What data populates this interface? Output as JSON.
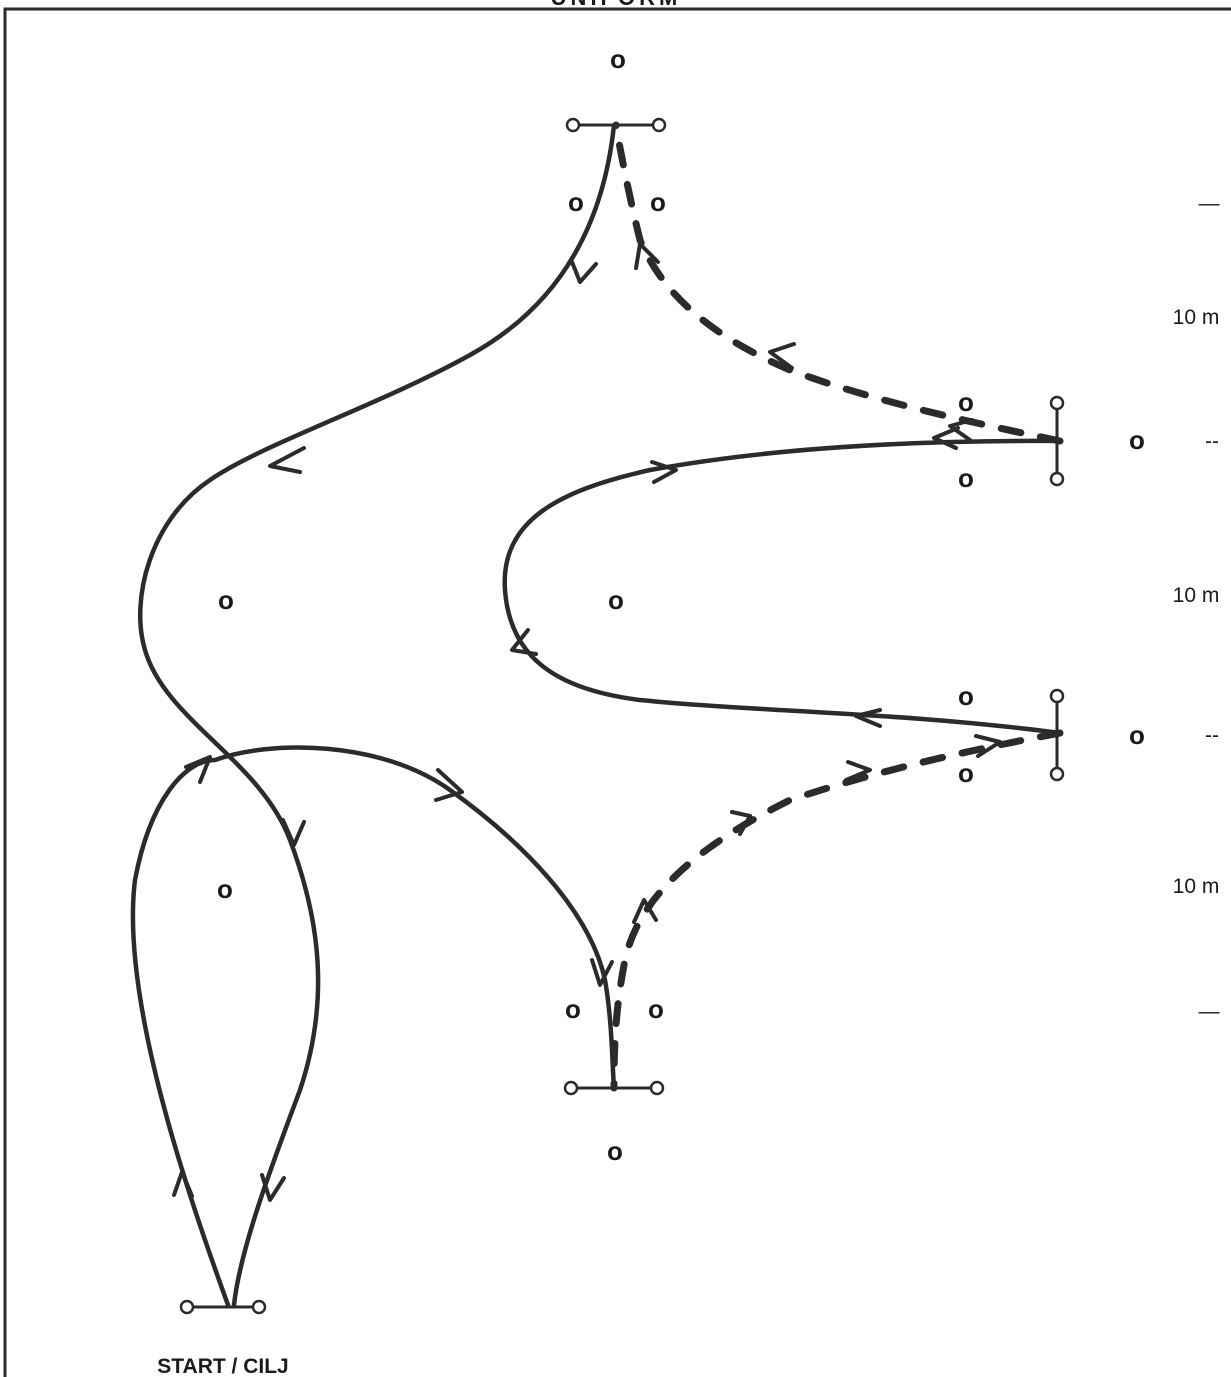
{
  "title": "UNIFORM",
  "start_label": "START / CILJ",
  "distance_labels": [
    "10 m",
    "10 m",
    "10 m"
  ],
  "cone_glyph": "o",
  "side_marks": [
    "—",
    "--",
    "--",
    "—"
  ],
  "colors": {
    "ink": "#2b2b2b",
    "background": "#ffffff"
  }
}
